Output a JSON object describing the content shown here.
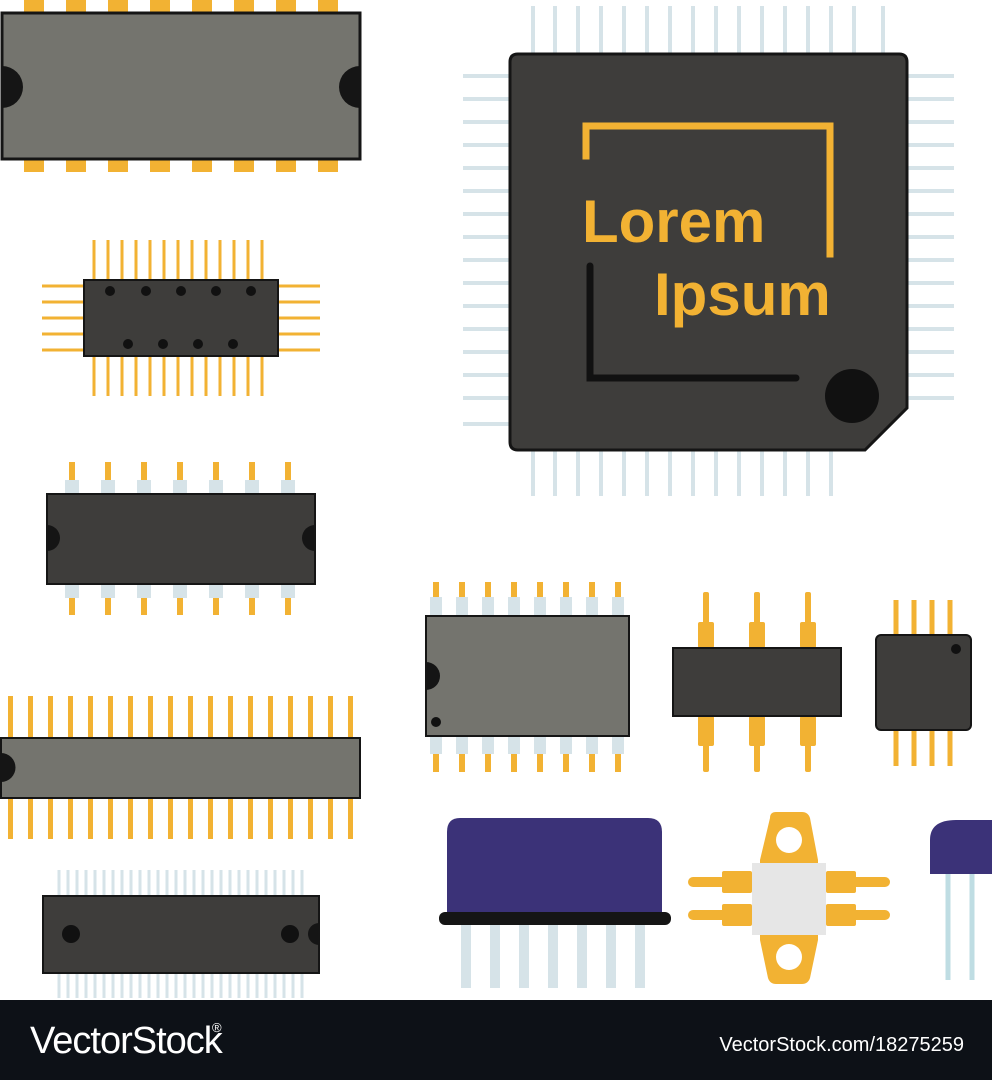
{
  "colors": {
    "pin_gold": "#f2b233",
    "pin_silver": "#d6e3e8",
    "chip_dark": "#3e3d3b",
    "chip_gray": "#74746e",
    "outline": "#151515",
    "purple": "#3b3278",
    "footer_bg": "#0d1117",
    "white": "#ffffff"
  },
  "cpu": {
    "label_line1": "Lorem",
    "label_line2": "Ipsum"
  },
  "footer": {
    "brand": "VectorStock",
    "registered_mark": "®",
    "reference": "VectorStock.com/18275259"
  }
}
